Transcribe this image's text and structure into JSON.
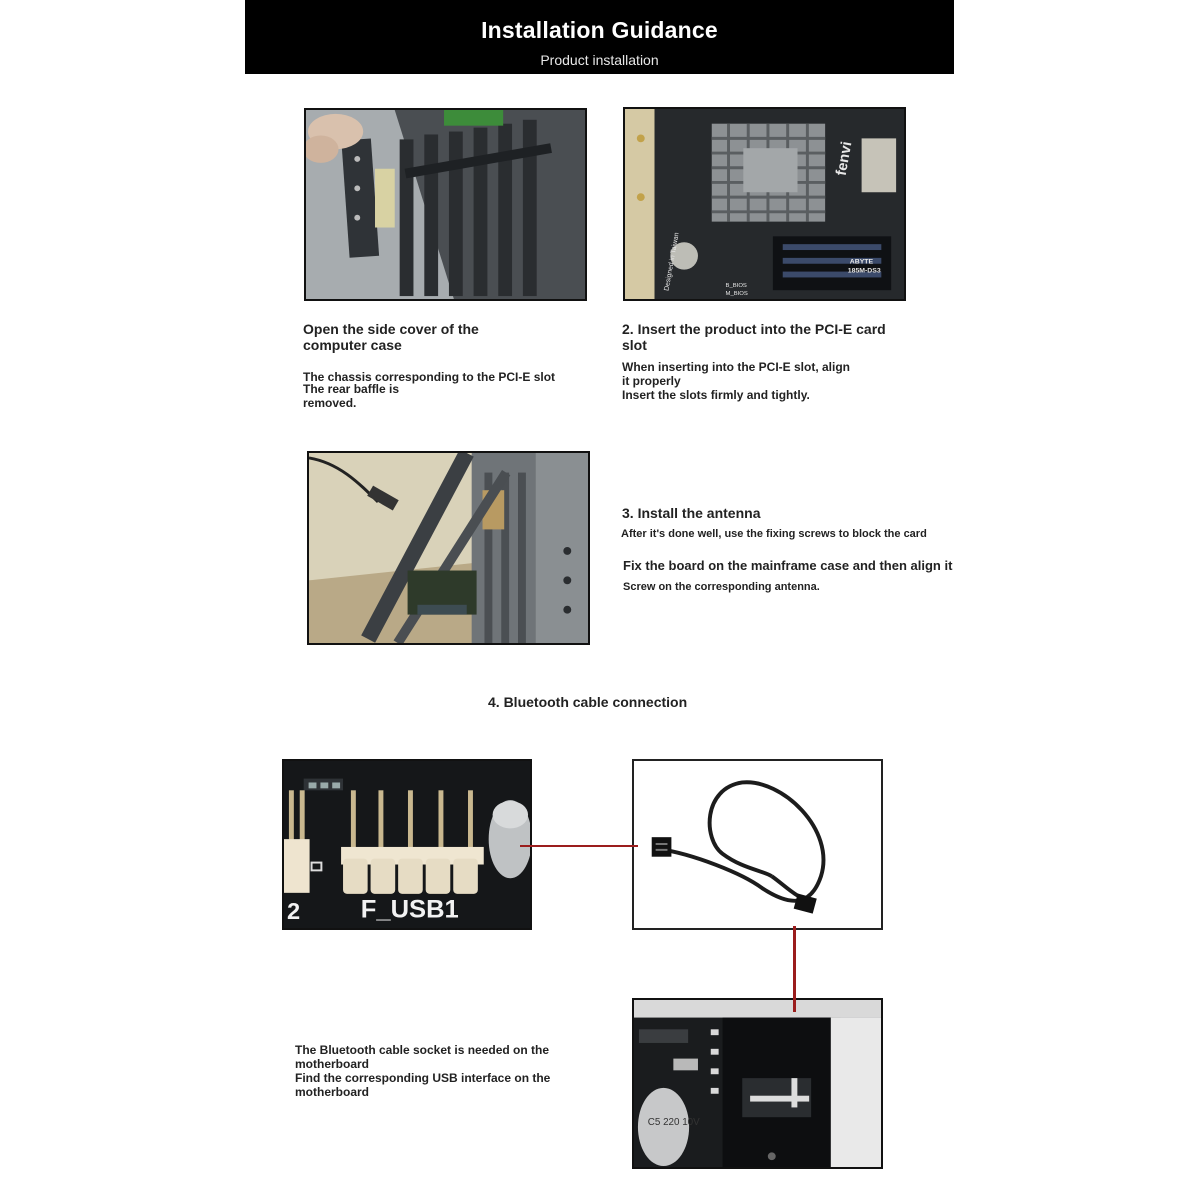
{
  "header": {
    "title": "Installation Guidance",
    "subtitle": "Product  installation"
  },
  "steps": {
    "step1": {
      "title_line1": "Open the side cover of the",
      "title_line2": "computer case",
      "desc_line1": "The chassis corresponding to the PCI-E slot",
      "desc_line2": "The rear baffle is",
      "desc_line3": "removed."
    },
    "step2": {
      "title_line1": "2. Insert the product into the PCI-E card",
      "title_line2": "slot",
      "desc_line1": "When inserting into the PCI-E slot, align",
      "desc_line2": "it properly",
      "desc_line3": "Insert the slots firmly and tightly."
    },
    "step3": {
      "title": "3. Install the antenna",
      "desc_line1": "After it's done well, use the fixing screws to block the card",
      "desc_line2": "Fix the board on the mainframe case and then align it",
      "desc_line3": "Screw on the corresponding antenna."
    },
    "step4": {
      "title": "4. Bluetooth cable connection",
      "desc_line1": "The Bluetooth cable socket is needed on the",
      "desc_line2": "motherboard",
      "desc_line3": "Find the corresponding USB interface on the",
      "desc_line4": "motherboard",
      "header_label": "F_USB1",
      "header_pin_label": "2",
      "capacitor_label": "C5 220 10V"
    }
  },
  "board_text": {
    "brand": "fenvi",
    "chip_label": "ABYTE",
    "chip_label2": "185M-DS3",
    "bios_label1": "B_BIOS",
    "bios_label2": "M_BIOS",
    "designed": "Designed in Taiwan"
  },
  "colors": {
    "connector_line": "#9b1d1d",
    "header_bg": "#000000"
  }
}
